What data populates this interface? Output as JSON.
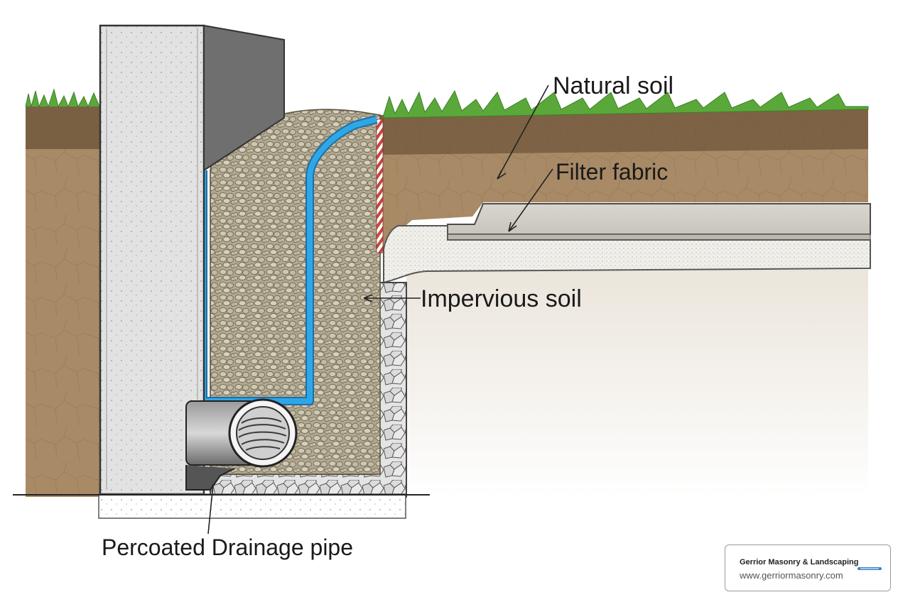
{
  "labels": {
    "natural_soil": "Natural soil",
    "filter_fabric": "Filter fabric",
    "impervious_soil": "Impervious soil",
    "drainage_pipe": "Percoated Drainage pipe"
  },
  "badge": {
    "company": "Gerrior Masonry & Landscaping",
    "url": "www.gerriormasonry.com"
  },
  "colors": {
    "soil": "#a98a66",
    "soil_dark": "#6b5138",
    "grass": "#5aa83a",
    "concrete": "#e2e2e2",
    "wall_shadow": "#6f6f6f",
    "gravel": "#a89f86",
    "membrane": "#2f9fe0",
    "slab": "#d4d0c8",
    "sand": "#f0efea",
    "stone": "#dcdcdc"
  }
}
